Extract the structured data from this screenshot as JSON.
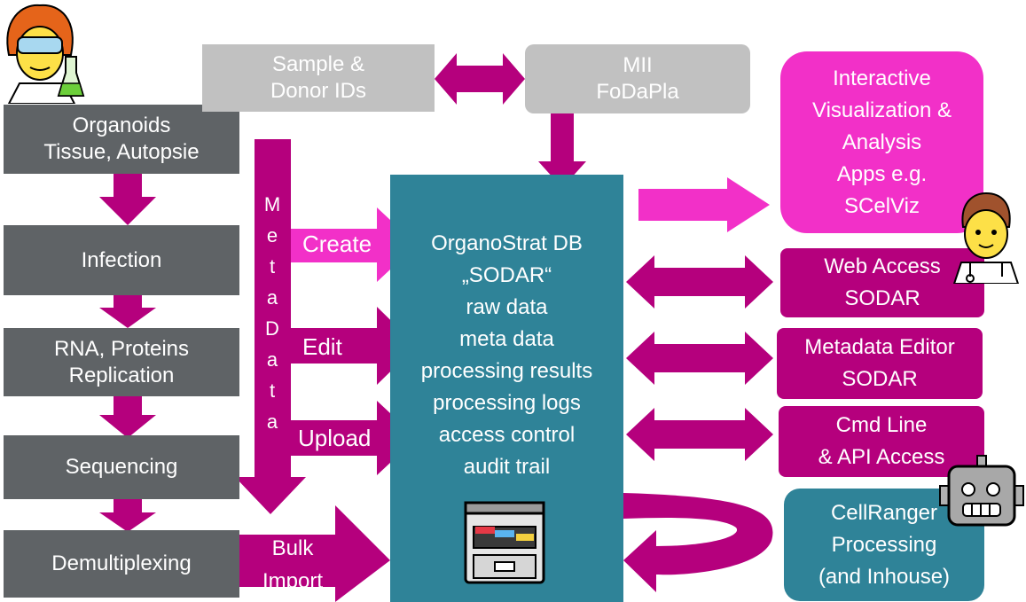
{
  "colors": {
    "step_gray": "#5f6366",
    "light_gray": "#c1c1c1",
    "magenta": "#b5007d",
    "pink": "#f230c8",
    "teal": "#2f8398"
  },
  "icons": [
    "scientist-icon",
    "doctor-icon",
    "robot-icon",
    "filing-cabinet-icon"
  ],
  "pipeline": {
    "organoids": [
      "Organoids",
      "Tissue, Autopsie"
    ],
    "infection": "Infection",
    "rna": [
      "RNA, Proteins",
      "Replication"
    ],
    "sequencing": "Sequencing",
    "demultiplexing": "Demultiplexing"
  },
  "top": {
    "sample": [
      "Sample &",
      "Donor IDs"
    ],
    "mii": [
      "MII",
      "FoDaPla"
    ]
  },
  "metadata_letters": [
    "M",
    "e",
    "t",
    "a",
    "D",
    "a",
    "t",
    "a"
  ],
  "actions": {
    "create": "Create",
    "edit": "Edit",
    "upload": "Upload",
    "bulk": [
      "Bulk",
      "Import"
    ]
  },
  "center": {
    "lines": [
      "OrganoStrat DB",
      "„SODAR“",
      "raw data",
      "meta data",
      "processing results",
      "processing logs",
      "access control",
      "audit trail"
    ]
  },
  "right": {
    "interactive": [
      "Interactive",
      "Visualization &",
      "Analysis",
      "Apps e.g.",
      "SCelViz"
    ],
    "web": [
      "Web Access",
      "SODAR"
    ],
    "editor": [
      "Metadata Editor",
      "SODAR"
    ],
    "cmd": [
      "Cmd Line",
      "& API Access"
    ],
    "cellranger": [
      "CellRanger",
      "Processing",
      "(and Inhouse)"
    ]
  }
}
